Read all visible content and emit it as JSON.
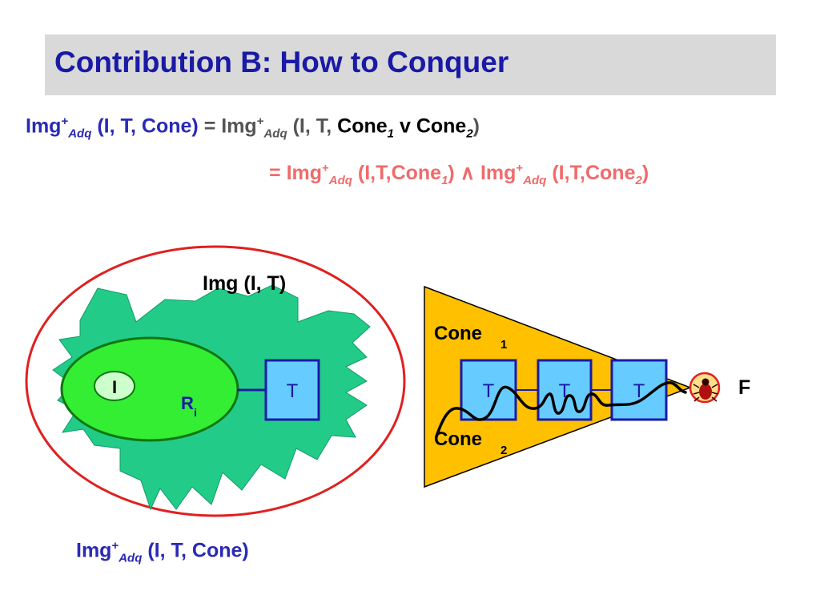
{
  "title": "Contribution B: How to Conquer",
  "equation1": {
    "lhs_img": "Img",
    "plus": "+",
    "adq": "Adq",
    "lhs_args": "(I, T, Cone)",
    "eq_sign": "=",
    "rhs_img": "Img",
    "rhs_plus": "+",
    "rhs_adq": "Adq",
    "rhs_args_a": "(I, T,",
    "cone": "Cone",
    "sub1": "1",
    "or": "v",
    "sub2": "2",
    "close": ")"
  },
  "equation2": {
    "eq_sign": "=",
    "img": "Img",
    "plus": "+",
    "adq": "Adq",
    "args_open": "(I,T,Cone",
    "sub1": "1",
    "close": ")",
    "and": "∧",
    "sub2": "2"
  },
  "left_diagram": {
    "img_label": "Img (I, T)",
    "init_label": "I",
    "region_label": "R",
    "region_sub": "i",
    "target_label": "T",
    "bottom_img": "Img",
    "bottom_plus": "+",
    "bottom_adq": "Adq",
    "bottom_args": "(I, T, Cone)"
  },
  "right_diagram": {
    "cone1_label": "Cone",
    "cone1_sub": "1",
    "cone2_label": "Cone",
    "cone2_sub": "2",
    "box_labels": [
      "T",
      "T",
      "T"
    ],
    "failure_label": "F",
    "bug_icon": "bug-icon"
  },
  "colors": {
    "title_blue": "#1a1aa6",
    "equation_blue": "#2a2ab5",
    "equation_pink": "#f06b6b",
    "title_bar": "#d9d9d9",
    "blob_green": "#22cc88",
    "region_green": "#33ee33",
    "box_blue": "#66ccff",
    "cone_orange": "#ffc000",
    "ellipse_red": "#e02020"
  }
}
